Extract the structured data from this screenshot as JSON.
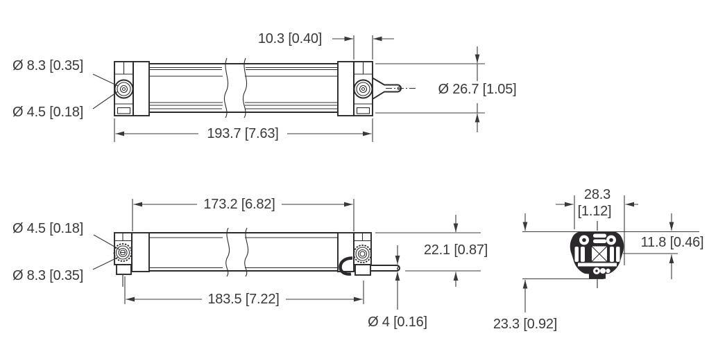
{
  "colors": {
    "line": "#2b292c",
    "text": "#39383b",
    "background": "#ffffff"
  },
  "labels": {
    "top_view": {
      "dia_counterbore": "Ø 8.3 [0.35]",
      "dia_hole": "Ø 4.5 [0.18]",
      "end_width": "10.3 [0.40]",
      "body_diameter": "Ø 26.7 [1.05]",
      "overall_length": "193.7 [7.63]"
    },
    "bottom_view": {
      "dia_hole": "Ø 4.5 [0.18]",
      "dia_counterbore": "Ø 8.3 [0.35]",
      "inner_length": "173.2 [6.82]",
      "outer_length": "183.5 [7.22]",
      "height": "22.1 [0.87]",
      "cable_diameter": "Ø 4 [0.16]"
    },
    "end_view": {
      "width_mm": "28.3",
      "width_inch": "[1.12]",
      "upper_height": "11.8 [0.46]",
      "overall_height": "23.3 [0.92]"
    }
  }
}
